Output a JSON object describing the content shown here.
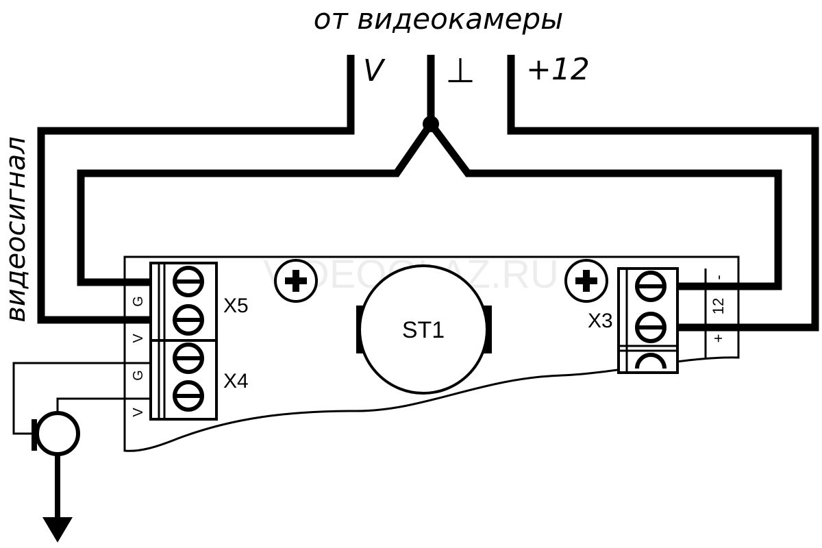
{
  "header": {
    "source_label": "от видеокамеры"
  },
  "camera_wires": {
    "signal": "V",
    "ground": "⊥",
    "power": "+12"
  },
  "side_label": "видеосигнал",
  "watermark": "VIDEOGLAZ.RU",
  "board": {
    "component": "ST1",
    "connectors": {
      "x5": {
        "name": "X5",
        "pins": [
          "G",
          "V"
        ]
      },
      "x4": {
        "name": "X4",
        "pins": [
          "G",
          "V"
        ]
      },
      "x3": {
        "name": "X3",
        "pins": [
          "-",
          "12",
          "+"
        ]
      }
    }
  }
}
